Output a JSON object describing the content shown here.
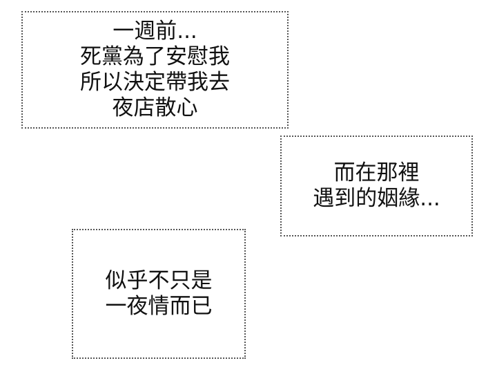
{
  "captions": [
    {
      "lines": [
        "一週前...",
        "死黨為了安慰我",
        "所以決定帶我去",
        "夜店散心"
      ]
    },
    {
      "lines": [
        "而在那裡",
        "遇到的姻緣..."
      ]
    },
    {
      "lines": [
        "似乎不只是",
        "一夜情而已"
      ]
    }
  ]
}
